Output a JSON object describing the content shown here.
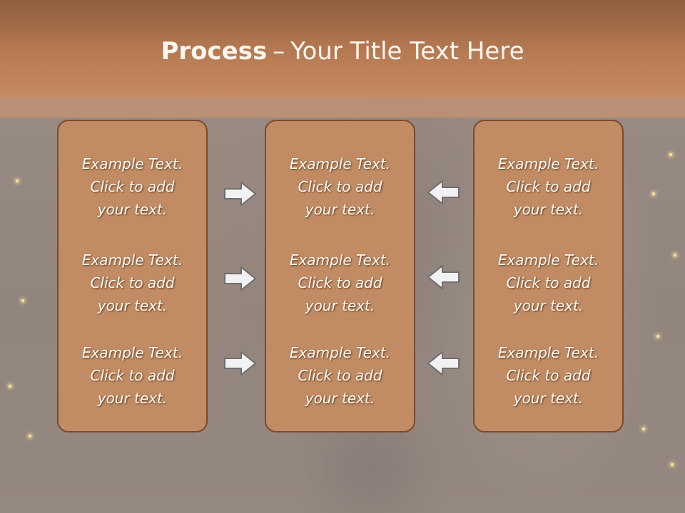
{
  "slide": {
    "title_bold": "Process",
    "title_separator": "–",
    "title_rest": "Your Title Text Here"
  },
  "columns": [
    {
      "items": [
        {
          "line1": "Example Text.",
          "line2": "Click  to add",
          "line3": "your text."
        },
        {
          "line1": "Example Text.",
          "line2": "Click  to add",
          "line3": "your text."
        },
        {
          "line1": "Example Text.",
          "line2": "Click  to add",
          "line3": "your text."
        }
      ]
    },
    {
      "items": [
        {
          "line1": "Example Text.",
          "line2": "Click  to add",
          "line3": "your text."
        },
        {
          "line1": "Example Text.",
          "line2": "Click  to add",
          "line3": "your text."
        },
        {
          "line1": "Example Text.",
          "line2": "Click  to add",
          "line3": "your text."
        }
      ]
    },
    {
      "items": [
        {
          "line1": "Example Text.",
          "line2": "Click  to add",
          "line3": "your text."
        },
        {
          "line1": "Example Text.",
          "line2": "Click  to add",
          "line3": "your text."
        },
        {
          "line1": "Example Text.",
          "line2": "Click  to add",
          "line3": "your text."
        }
      ]
    }
  ],
  "arrows": {
    "left_group_icon": "arrow-right-icon",
    "right_group_icon": "arrow-left-icon"
  },
  "colors": {
    "header": "#b77b53",
    "box_fill": "#c18c63",
    "box_border": "#7a4b2c",
    "arrow_fill": "#f2f2f2",
    "arrow_stroke": "#6e6e6e"
  }
}
